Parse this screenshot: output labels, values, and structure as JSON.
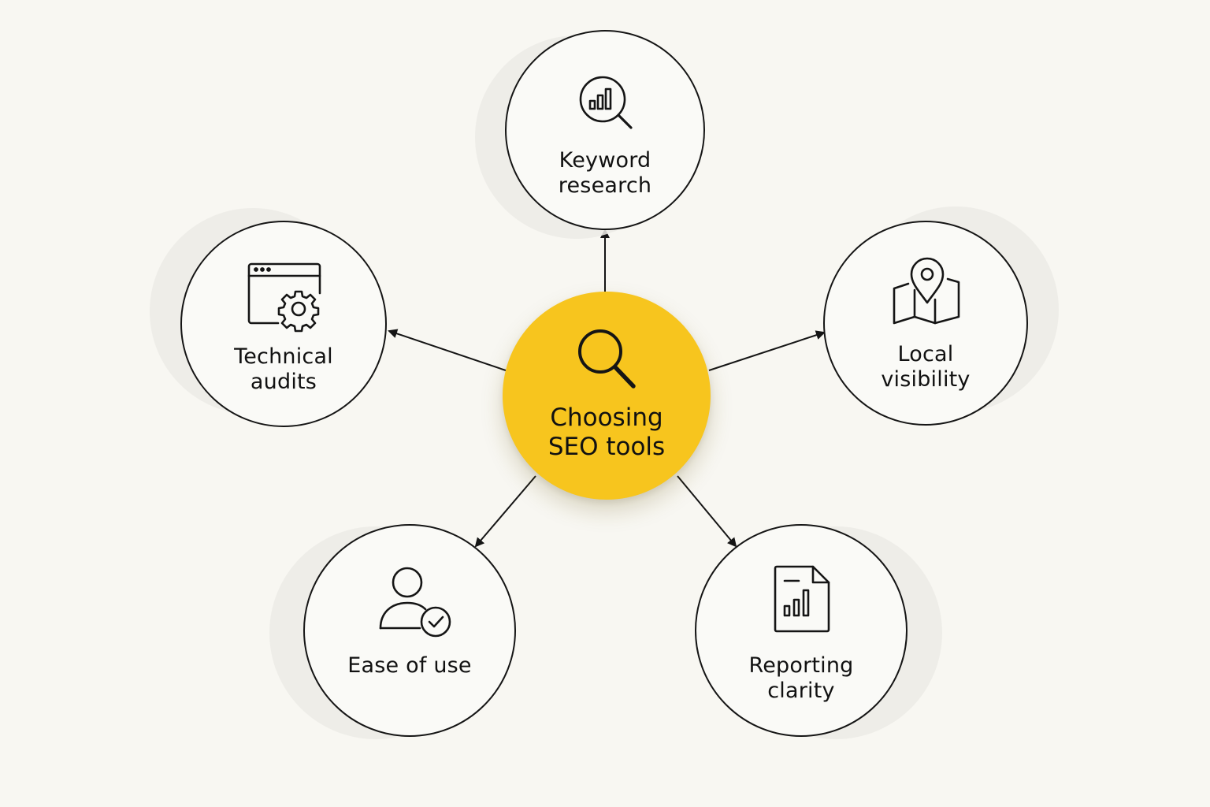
{
  "colors": {
    "background": "#f8f7f2",
    "center_fill": "#f7c51e",
    "stroke": "#151515"
  },
  "center": {
    "label_line1": "Choosing",
    "label_line2": "SEO tools",
    "icon": "search-icon"
  },
  "nodes": {
    "keyword_research": {
      "label_line1": "Keyword",
      "label_line2": "research",
      "icon": "search-bar-chart-icon"
    },
    "technical_audits": {
      "label_line1": "Technical",
      "label_line2": "audits",
      "icon": "browser-gear-icon"
    },
    "local_visibility": {
      "label_line1": "Local",
      "label_line2": "visibility",
      "icon": "map-pin-icon"
    },
    "ease_of_use": {
      "label_line1": "Ease of use",
      "icon": "user-check-icon"
    },
    "reporting_clarity": {
      "label_line1": "Reporting",
      "label_line2": "clarity",
      "icon": "report-chart-icon"
    }
  }
}
